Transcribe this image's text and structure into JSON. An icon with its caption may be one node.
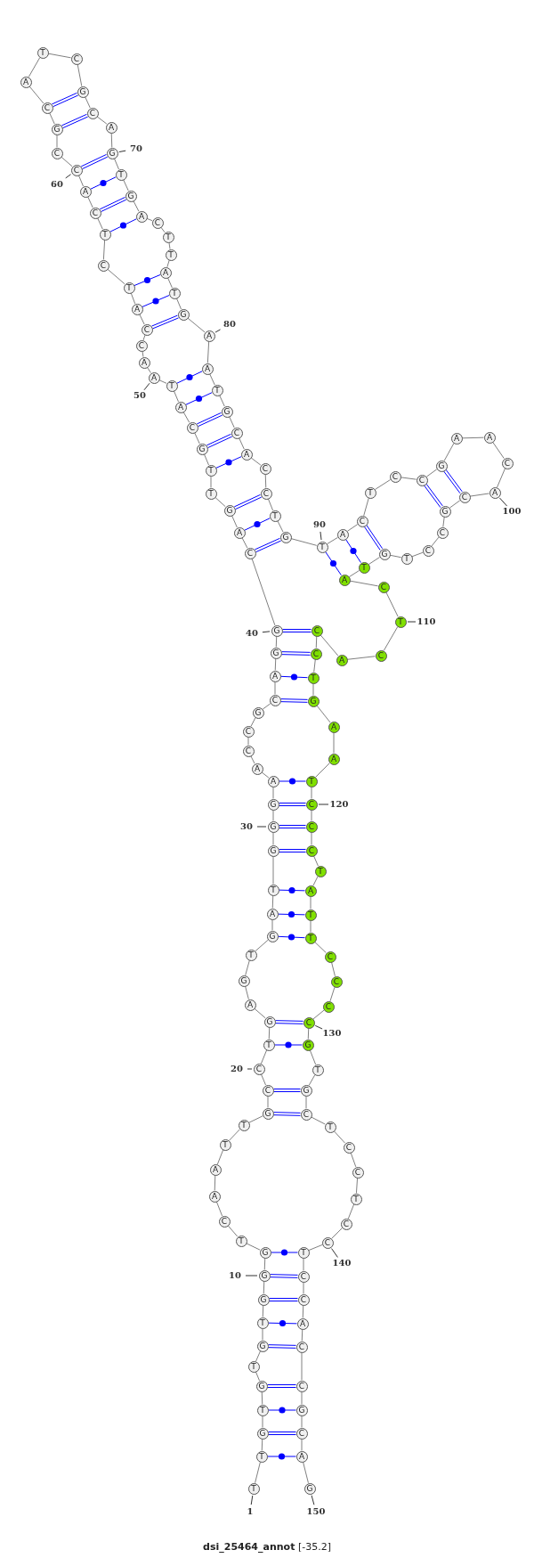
{
  "diagram": {
    "caption": "**dsi_25464_annot** [-35.2]",
    "nodes": [
      {
        "text": [
          "T"
        ],
        "beside": [
          "1"
        ]
      },
      {
        "text": [
          "T"
        ]
      },
      {
        "text": [
          "G"
        ]
      },
      {
        "text": [
          "T"
        ]
      },
      {
        "text": [
          "G"
        ]
      },
      {
        "text": [
          "T"
        ]
      },
      {
        "text": [
          "G"
        ]
      },
      {
        "text": [
          "T"
        ]
      },
      {
        "text": [
          "G"
        ]
      },
      {
        "text": [
          "G"
        ],
        "beside": [
          "10"
        ]
      },
      {
        "text": [
          "G"
        ]
      },
      {
        "text": [
          "T"
        ]
      },
      {
        "text": [
          "C"
        ]
      },
      {
        "text": [
          "A"
        ]
      },
      {
        "text": [
          "A"
        ]
      },
      {
        "text": [
          "T"
        ]
      },
      {
        "text": [
          "T"
        ]
      },
      {
        "text": [
          "G"
        ]
      },
      {
        "text": [
          "C"
        ]
      },
      {
        "text": [
          "C"
        ],
        "beside": [
          "20"
        ]
      },
      {
        "text": [
          "T"
        ]
      },
      {
        "text": [
          "G"
        ]
      },
      {
        "text": [
          "A"
        ]
      },
      {
        "text": [
          "G"
        ]
      },
      {
        "text": [
          "T"
        ]
      },
      {
        "text": [
          "G"
        ]
      },
      {
        "text": [
          "A"
        ]
      },
      {
        "text": [
          "T"
        ]
      },
      {
        "text": [
          "G"
        ]
      },
      {
        "text": [
          "G"
        ],
        "beside": [
          "30"
        ]
      },
      {
        "text": [
          "G"
        ]
      },
      {
        "text": [
          "A"
        ]
      },
      {
        "text": [
          "A"
        ]
      },
      {
        "text": [
          "C"
        ]
      },
      {
        "text": [
          "C"
        ]
      },
      {
        "text": [
          "G"
        ]
      },
      {
        "text": [
          "C"
        ]
      },
      {
        "text": [
          "A"
        ]
      },
      {
        "text": [
          "G"
        ]
      },
      {
        "text": [
          "G"
        ],
        "beside": [
          "40"
        ]
      },
      {
        "text": [
          "C"
        ]
      },
      {
        "text": [
          "A"
        ]
      },
      {
        "text": [
          "G"
        ]
      },
      {
        "text": [
          "T"
        ]
      },
      {
        "text": [
          "T"
        ]
      },
      {
        "text": [
          "G"
        ]
      },
      {
        "text": [
          "C"
        ]
      },
      {
        "text": [
          "A"
        ]
      },
      {
        "text": [
          "T"
        ]
      },
      {
        "text": [
          "A"
        ],
        "beside": [
          "50"
        ]
      },
      {
        "text": [
          "A"
        ]
      },
      {
        "text": [
          "C"
        ]
      },
      {
        "text": [
          "C"
        ]
      },
      {
        "text": [
          "A"
        ]
      },
      {
        "text": [
          "T"
        ]
      },
      {
        "text": [
          "C"
        ]
      },
      {
        "text": [
          "T"
        ]
      },
      {
        "text": [
          "C"
        ]
      },
      {
        "text": [
          "A"
        ]
      },
      {
        "text": [
          "C"
        ],
        "beside": [
          "60"
        ]
      },
      {
        "text": [
          "C"
        ]
      },
      {
        "text": [
          "G"
        ]
      },
      {
        "text": [
          "C"
        ]
      },
      {
        "text": [
          "A"
        ]
      },
      {
        "text": [
          "T"
        ]
      },
      {
        "text": [
          "C"
        ]
      },
      {
        "text": [
          "G"
        ]
      },
      {
        "text": [
          "C"
        ]
      },
      {
        "text": [
          "A"
        ]
      },
      {
        "text": [
          "G"
        ],
        "beside": [
          "70"
        ]
      },
      {
        "text": [
          "T"
        ]
      },
      {
        "text": [
          "G"
        ]
      },
      {
        "text": [
          "A"
        ]
      },
      {
        "text": [
          "C"
        ]
      },
      {
        "text": [
          "T"
        ]
      },
      {
        "text": [
          "T"
        ]
      },
      {
        "text": [
          "A"
        ]
      },
      {
        "text": [
          "T"
        ]
      },
      {
        "text": [
          "G"
        ]
      },
      {
        "text": [
          "A"
        ],
        "beside": [
          "80"
        ]
      },
      {
        "text": [
          "A"
        ]
      },
      {
        "text": [
          "T"
        ]
      },
      {
        "text": [
          "G"
        ]
      },
      {
        "text": [
          "C"
        ]
      },
      {
        "text": [
          "A"
        ]
      },
      {
        "text": [
          "C"
        ]
      },
      {
        "text": [
          "C"
        ]
      },
      {
        "text": [
          "T"
        ]
      },
      {
        "text": [
          "G"
        ]
      },
      {
        "text": [
          "T"
        ],
        "beside": [
          "90"
        ]
      },
      {
        "text": [
          "A"
        ]
      },
      {
        "text": [
          "C"
        ]
      },
      {
        "text": [
          "T"
        ]
      },
      {
        "text": [
          "C"
        ]
      },
      {
        "text": [
          "C"
        ]
      },
      {
        "text": [
          "G"
        ]
      },
      {
        "text": [
          "A"
        ]
      },
      {
        "text": [
          "A"
        ]
      },
      {
        "text": [
          "C"
        ]
      },
      {
        "text": [
          "A"
        ],
        "beside": [
          "100"
        ]
      },
      {
        "text": [
          "C"
        ]
      },
      {
        "text": [
          "G"
        ]
      },
      {
        "text": [
          "C"
        ]
      },
      {
        "text": [
          "C"
        ]
      },
      {
        "text": [
          "T"
        ]
      },
      {
        "text": [
          "G"
        ]
      },
      {
        "text": [
          "T"
        ]
      },
      {
        "text": [
          "A"
        ]
      },
      {
        "text": [
          "C"
        ]
      },
      {
        "text": [
          "T"
        ],
        "beside": [
          "110"
        ]
      },
      {
        "text": [
          "C"
        ]
      },
      {
        "text": [
          "A"
        ]
      },
      {
        "text": [
          "C"
        ]
      },
      {
        "text": [
          "C"
        ]
      },
      {
        "text": [
          "T"
        ]
      },
      {
        "text": [
          "G"
        ]
      },
      {
        "text": [
          "A"
        ]
      },
      {
        "text": [
          "A"
        ]
      },
      {
        "text": [
          "T"
        ]
      },
      {
        "text": [
          "C"
        ],
        "beside": [
          "120"
        ]
      },
      {
        "text": [
          "C"
        ]
      },
      {
        "text": [
          "C"
        ]
      },
      {
        "text": [
          "T"
        ]
      },
      {
        "text": [
          "A"
        ]
      },
      {
        "text": [
          "T"
        ]
      },
      {
        "text": [
          "T"
        ]
      },
      {
        "text": [
          "C"
        ]
      },
      {
        "text": [
          "C"
        ]
      },
      {
        "text": [
          "C"
        ]
      },
      {
        "text": [
          "C"
        ],
        "beside": [
          "130"
        ]
      },
      {
        "text": [
          "G"
        ]
      },
      {
        "text": [
          "T"
        ]
      },
      {
        "text": [
          "G"
        ]
      },
      {
        "text": [
          "C"
        ]
      },
      {
        "text": [
          "T"
        ]
      },
      {
        "text": [
          "C"
        ]
      },
      {
        "text": [
          "C"
        ]
      },
      {
        "text": [
          "T"
        ]
      },
      {
        "text": [
          "C"
        ]
      },
      {
        "text": [
          "C"
        ],
        "beside": [
          "140"
        ]
      },
      {
        "text": [
          "T"
        ]
      },
      {
        "text": [
          "C"
        ]
      },
      {
        "text": [
          "C"
        ]
      },
      {
        "text": [
          "A"
        ]
      },
      {
        "text": [
          "C"
        ]
      },
      {
        "text": [
          "C"
        ]
      },
      {
        "text": [
          "G"
        ]
      },
      {
        "text": [
          "C"
        ]
      },
      {
        "text": [
          "A"
        ]
      },
      {
        "text": [
          "G"
        ],
        "beside": [
          "150"
        ]
      }
    ],
    "edges": [
      {
        "from": 0,
        "to": 1,
        "arrow": "none"
      },
      {
        "from": 1,
        "to": 2,
        "arrow": "none"
      },
      {
        "from": 2,
        "to": 3,
        "arrow": "none"
      },
      {
        "from": 3,
        "to": 4,
        "arrow": "none"
      },
      {
        "from": 4,
        "to": 5,
        "arrow": "none"
      },
      {
        "from": 5,
        "to": 6,
        "arrow": "none"
      },
      {
        "from": 6,
        "to": 7,
        "arrow": "none"
      },
      {
        "from": 7,
        "to": 8,
        "arrow": "none"
      },
      {
        "from": 8,
        "to": 9,
        "arrow": "none"
      },
      {
        "from": 9,
        "to": 10,
        "arrow": "none"
      },
      {
        "from": 10,
        "to": 11,
        "arrow": "none"
      },
      {
        "from": 11,
        "to": 12,
        "arrow": "none"
      },
      {
        "from": 12,
        "to": 13,
        "arrow": "none"
      },
      {
        "from": 13,
        "to": 14,
        "arrow": "none"
      },
      {
        "from": 14,
        "to": 15,
        "arrow": "none"
      },
      {
        "from": 15,
        "to": 16,
        "arrow": "none"
      },
      {
        "from": 16,
        "to": 17,
        "arrow": "none"
      },
      {
        "from": 17,
        "to": 18,
        "arrow": "none"
      },
      {
        "from": 18,
        "to": 19,
        "arrow": "none"
      },
      {
        "from": 19,
        "to": 20,
        "arrow": "none"
      },
      {
        "from": 20,
        "to": 21,
        "arrow": "none"
      },
      {
        "from": 21,
        "to": 22,
        "arrow": "none"
      },
      {
        "from": 22,
        "to": 23,
        "arrow": "none"
      },
      {
        "from": 23,
        "to": 24,
        "arrow": "none"
      },
      {
        "from": 24,
        "to": 25,
        "arrow": "none"
      },
      {
        "from": 25,
        "to": 26,
        "arrow": "none"
      },
      {
        "from": 26,
        "to": 27,
        "arrow": "none"
      },
      {
        "from": 27,
        "to": 28,
        "arrow": "none"
      },
      {
        "from": 28,
        "to": 29,
        "arrow": "none"
      },
      {
        "from": 29,
        "to": 30,
        "arrow": "none"
      },
      {
        "from": 30,
        "to": 31,
        "arrow": "none"
      },
      {
        "from": 31,
        "to": 32,
        "arrow": "none"
      },
      {
        "from": 32,
        "to": 33,
        "arrow": "none"
      },
      {
        "from": 33,
        "to": 34,
        "arrow": "none"
      },
      {
        "from": 34,
        "to": 35,
        "arrow": "none"
      },
      {
        "from": 35,
        "to": 36,
        "arrow": "none"
      },
      {
        "from": 36,
        "to": 37,
        "arrow": "none"
      },
      {
        "from": 37,
        "to": 38,
        "arrow": "none"
      },
      {
        "from": 38,
        "to": 39,
        "arrow": "none"
      },
      {
        "from": 39,
        "to": 40,
        "arrow": "none"
      },
      {
        "from": 40,
        "to": 41,
        "arrow": "none"
      },
      {
        "from": 41,
        "to": 42,
        "arrow": "none"
      },
      {
        "from": 42,
        "to": 43,
        "arrow": "none"
      },
      {
        "from": 43,
        "to": 44,
        "arrow": "none"
      },
      {
        "from": 44,
        "to": 45,
        "arrow": "none"
      },
      {
        "from": 45,
        "to": 46,
        "arrow": "none"
      },
      {
        "from": 46,
        "to": 47,
        "arrow": "none"
      },
      {
        "from": 47,
        "to": 48,
        "arrow": "none"
      },
      {
        "from": 48,
        "to": 49,
        "arrow": "none"
      },
      {
        "from": 49,
        "to": 50,
        "arrow": "none"
      },
      {
        "from": 50,
        "to": 51,
        "arrow": "none"
      },
      {
        "from": 51,
        "to": 52,
        "arrow": "none"
      },
      {
        "from": 52,
        "to": 53,
        "arrow": "none"
      },
      {
        "from": 53,
        "to": 54,
        "arrow": "none"
      },
      {
        "from": 54,
        "to": 55,
        "arrow": "none"
      },
      {
        "from": 55,
        "to": 56,
        "arrow": "none"
      },
      {
        "from": 56,
        "to": 57,
        "arrow": "none"
      },
      {
        "from": 57,
        "to": 58,
        "arrow": "none"
      },
      {
        "from": 58,
        "to": 59,
        "arrow": "none"
      },
      {
        "from": 59,
        "to": 60,
        "arrow": "none"
      },
      {
        "from": 60,
        "to": 61,
        "arrow": "none"
      },
      {
        "from": 61,
        "to": 62,
        "arrow": "none"
      },
      {
        "from": 62,
        "to": 63,
        "arrow": "none"
      },
      {
        "from": 63,
        "to": 64,
        "arrow": "none"
      },
      {
        "from": 64,
        "to": 65,
        "arrow": "none"
      },
      {
        "from": 65,
        "to": 66,
        "arrow": "none"
      },
      {
        "from": 66,
        "to": 67,
        "arrow": "none"
      },
      {
        "from": 67,
        "to": 68,
        "arrow": "none"
      },
      {
        "from": 68,
        "to": 69,
        "arrow": "none"
      },
      {
        "from": 69,
        "to": 70,
        "arrow": "none"
      },
      {
        "from": 70,
        "to": 71,
        "arrow": "none"
      },
      {
        "from": 71,
        "to": 72,
        "arrow": "none"
      },
      {
        "from": 72,
        "to": 73,
        "arrow": "none"
      },
      {
        "from": 73,
        "to": 74,
        "arrow": "none"
      },
      {
        "from": 74,
        "to": 75,
        "arrow": "none"
      },
      {
        "from": 75,
        "to": 76,
        "arrow": "none"
      },
      {
        "from": 76,
        "to": 77,
        "arrow": "none"
      },
      {
        "from": 77,
        "to": 78,
        "arrow": "none"
      },
      {
        "from": 78,
        "to": 79,
        "arrow": "none"
      },
      {
        "from": 79,
        "to": 80,
        "arrow": "none"
      },
      {
        "from": 80,
        "to": 81,
        "arrow": "none"
      },
      {
        "from": 81,
        "to": 82,
        "arrow": "none"
      },
      {
        "from": 82,
        "to": 83,
        "arrow": "none"
      },
      {
        "from": 83,
        "to": 84,
        "arrow": "none"
      },
      {
        "from": 84,
        "to": 85,
        "arrow": "none"
      },
      {
        "from": 85,
        "to": 86,
        "arrow": "none"
      },
      {
        "from": 86,
        "to": 87,
        "arrow": "none"
      },
      {
        "from": 87,
        "to": 88,
        "arrow": "none"
      },
      {
        "from": 88,
        "to": 89,
        "arrow": "none"
      },
      {
        "from": 89,
        "to": 90,
        "arrow": "none"
      },
      {
        "from": 90,
        "to": 91,
        "arrow": "none"
      },
      {
        "from": 91,
        "to": 92,
        "arrow": "none"
      },
      {
        "from": 92,
        "to": 93,
        "arrow": "none"
      },
      {
        "from": 93,
        "to": 94,
        "arrow": "none"
      },
      {
        "from": 94,
        "to": 95,
        "arrow": "none"
      },
      {
        "from": 95,
        "to": 96,
        "arrow": "none"
      },
      {
        "from": 96,
        "to": 97,
        "arrow": "none"
      },
      {
        "from": 97,
        "to": 98,
        "arrow": "none"
      },
      {
        "from": 98,
        "to": 99,
        "arrow": "none"
      },
      {
        "from": 99,
        "to": 100,
        "arrow": "none"
      },
      {
        "from": 100,
        "to": 101,
        "arrow": "none"
      },
      {
        "from": 101,
        "to": 102,
        "arrow": "none"
      },
      {
        "from": 102,
        "to": 103,
        "arrow": "none"
      },
      {
        "from": 103,
        "to": 104,
        "arrow": "none"
      },
      {
        "from": 104,
        "to": 105,
        "arrow": "none"
      },
      {
        "from": 105,
        "to": 106,
        "arrow": "none"
      },
      {
        "from": 106,
        "to": 107,
        "arrow": "none"
      },
      {
        "from": 107,
        "to": 108,
        "arrow": "none"
      },
      {
        "from": 108,
        "to": 109,
        "arrow": "none"
      },
      {
        "from": 109,
        "to": 110,
        "arrow": "none"
      },
      {
        "from": 110,
        "to": 111,
        "arrow": "none"
      },
      {
        "from": 111,
        "to": 112,
        "arrow": "none"
      },
      {
        "from": 112,
        "to": 113,
        "arrow": "none"
      },
      {
        "from": 113,
        "to": 114,
        "arrow": "none"
      },
      {
        "from": 114,
        "to": 115,
        "arrow": "none"
      },
      {
        "from": 115,
        "to": 116,
        "arrow": "none"
      },
      {
        "from": 116,
        "to": 117,
        "arrow": "none"
      },
      {
        "from": 117,
        "to": 118,
        "arrow": "none"
      },
      {
        "from": 118,
        "to": 119,
        "arrow": "none"
      },
      {
        "from": 119,
        "to": 120,
        "arrow": "none"
      },
      {
        "from": 120,
        "to": 121,
        "arrow": "none"
      },
      {
        "from": 121,
        "to": 122,
        "arrow": "none"
      },
      {
        "from": 122,
        "to": 123,
        "arrow": "none"
      },
      {
        "from": 123,
        "to": 124,
        "arrow": "none"
      },
      {
        "from": 124,
        "to": 125,
        "arrow": "none"
      },
      {
        "from": 125,
        "to": 126,
        "arrow": "none"
      },
      {
        "from": 126,
        "to": 127,
        "arrow": "none"
      },
      {
        "from": 127,
        "to": 128,
        "arrow": "none"
      },
      {
        "from": 128,
        "to": 129,
        "arrow": "none"
      },
      {
        "from": 129,
        "to": 130,
        "arrow": "none"
      },
      {
        "from": 130,
        "to": 131,
        "arrow": "none"
      },
      {
        "from": 131,
        "to": 132,
        "arrow": "none"
      },
      {
        "from": 132,
        "to": 133,
        "arrow": "none"
      },
      {
        "from": 133,
        "to": 134,
        "arrow": "none"
      },
      {
        "from": 134,
        "to": 135,
        "arrow": "none"
      },
      {
        "from": 135,
        "to": 136,
        "arrow": "none"
      },
      {
        "from": 136,
        "to": 137,
        "arrow": "none"
      },
      {
        "from": 137,
        "to": 138,
        "arrow": "none"
      },
      {
        "from": 138,
        "to": 139,
        "arrow": "none"
      },
      {
        "from": 139,
        "to": 140,
        "arrow": "none"
      },
      {
        "from": 140,
        "to": 141,
        "arrow": "none"
      },
      {
        "from": 141,
        "to": 142,
        "arrow": "none"
      },
      {
        "from": 142,
        "to": 143,
        "arrow": "none"
      },
      {
        "from": 143,
        "to": 144,
        "arrow": "none"
      },
      {
        "from": 144,
        "to": 145,
        "arrow": "none"
      },
      {
        "from": 145,
        "to": 146,
        "arrow": "none"
      },
      {
        "from": 146,
        "to": 147,
        "arrow": "none"
      },
      {
        "from": 147,
        "to": 148,
        "arrow": "none"
      },
      {
        "from": 148,
        "to": 149,
        "arrow": "none"
      },
      {
        "from": 1,
        "to": 148,
        "arrow": "none",
        "color": "#0000ff"
      },
      {
        "from": 2,
        "to": 147,
        "arrow": "none",
        "color": "#0000ff"
      },
      {
        "from": 3,
        "to": 146,
        "arrow": "none",
        "color": "#0000ff"
      },
      {
        "from": 4,
        "to": 145,
        "arrow": "none",
        "color": "#0000ff"
      },
      {
        "from": 6,
        "to": 144,
        "arrow": "none",
        "color": "#0000ff"
      },
      {
        "from": 7,
        "to": 143,
        "arrow": "none",
        "color": "#0000ff"
      },
      {
        "from": 8,
        "to": 142,
        "arrow": "none",
        "color": "#0000ff"
      },
      {
        "from": 9,
        "to": 141,
        "arrow": "none",
        "color": "#0000ff"
      },
      {
        "from": 10,
        "to": 140,
        "arrow": "none",
        "color": "#0000ff"
      },
      {
        "from": 17,
        "to": 133,
        "arrow": "none",
        "color": "#0000ff"
      },
      {
        "from": 18,
        "to": 132,
        "arrow": "none",
        "color": "#0000ff"
      },
      {
        "from": 20,
        "to": 130,
        "arrow": "none",
        "color": "#0000ff"
      },
      {
        "from": 21,
        "to": 129,
        "arrow": "none",
        "color": "#0000ff"
      },
      {
        "from": 25,
        "to": 125,
        "arrow": "none",
        "color": "#0000ff"
      },
      {
        "from": 26,
        "to": 124,
        "arrow": "none",
        "color": "#0000ff"
      },
      {
        "from": 27,
        "to": 123,
        "arrow": "none",
        "color": "#0000ff"
      },
      {
        "from": 28,
        "to": 121,
        "arrow": "none",
        "color": "#0000ff"
      },
      {
        "from": 29,
        "to": 120,
        "arrow": "none",
        "color": "#0000ff"
      },
      {
        "from": 30,
        "to": 119,
        "arrow": "none",
        "color": "#0000ff"
      },
      {
        "from": 31,
        "to": 118,
        "arrow": "none",
        "color": "#0000ff"
      },
      {
        "from": 36,
        "to": 115,
        "arrow": "none",
        "color": "#0000ff"
      },
      {
        "from": 37,
        "to": 114,
        "arrow": "none",
        "color": "#0000ff"
      },
      {
        "from": 38,
        "to": 113,
        "arrow": "none",
        "color": "#0000ff"
      },
      {
        "from": 39,
        "to": 112,
        "arrow": "none",
        "color": "#0000ff"
      },
      {
        "from": 40,
        "to": 88,
        "arrow": "none",
        "color": "#0000ff"
      },
      {
        "from": 41,
        "to": 87,
        "arrow": "none",
        "color": "#0000ff"
      },
      {
        "from": 42,
        "to": 86,
        "arrow": "none",
        "color": "#0000ff"
      },
      {
        "from": 44,
        "to": 84,
        "arrow": "none",
        "color": "#0000ff"
      },
      {
        "from": 45,
        "to": 83,
        "arrow": "none",
        "color": "#0000ff"
      },
      {
        "from": 46,
        "to": 82,
        "arrow": "none",
        "color": "#0000ff"
      },
      {
        "from": 47,
        "to": 81,
        "arrow": "none",
        "color": "#0000ff"
      },
      {
        "from": 48,
        "to": 80,
        "arrow": "none",
        "color": "#0000ff"
      },
      {
        "from": 52,
        "to": 78,
        "arrow": "none",
        "color": "#0000ff"
      },
      {
        "from": 53,
        "to": 77,
        "arrow": "none",
        "color": "#0000ff"
      },
      {
        "from": 54,
        "to": 76,
        "arrow": "none",
        "color": "#0000ff"
      },
      {
        "from": 56,
        "to": 72,
        "arrow": "none",
        "color": "#0000ff"
      },
      {
        "from": 57,
        "to": 71,
        "arrow": "none",
        "color": "#0000ff"
      },
      {
        "from": 58,
        "to": 70,
        "arrow": "none",
        "color": "#0000ff"
      },
      {
        "from": 59,
        "to": 69,
        "arrow": "none",
        "color": "#0000ff"
      },
      {
        "from": 61,
        "to": 67,
        "arrow": "none",
        "color": "#0000ff"
      },
      {
        "from": 62,
        "to": 66,
        "arrow": "none",
        "color": "#0000ff"
      },
      {
        "from": 89,
        "to": 107,
        "arrow": "none",
        "color": "#0000ff"
      },
      {
        "from": 90,
        "to": 106,
        "arrow": "none",
        "color": "#0000ff"
      },
      {
        "from": 91,
        "to": 105,
        "arrow": "none",
        "color": "#0000ff"
      },
      {
        "from": 94,
        "to": 101,
        "arrow": "none",
        "color": "#0000ff"
      },
      {
        "from": 95,
        "to": 100,
        "arrow": "none",
        "color": "#0000ff"
      }
    ]
  }
}
